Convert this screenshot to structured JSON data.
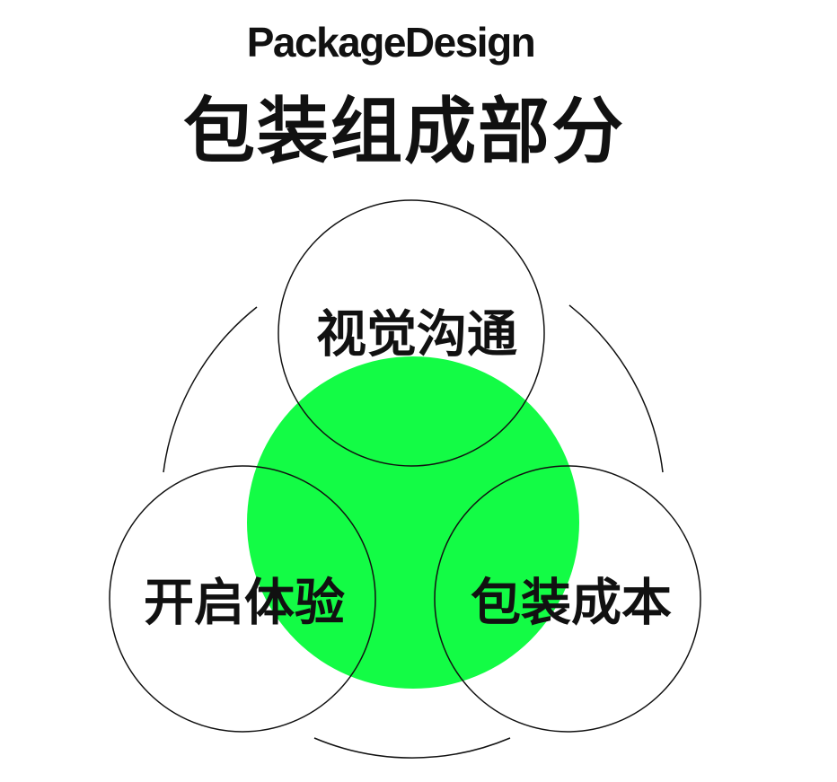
{
  "header": {
    "title_en": "PackageDesign",
    "title_zh": "包装组成部分"
  },
  "colors": {
    "core_fill": "#13fc45",
    "stroke": "#111111",
    "background": "#ffffff"
  },
  "nodes": {
    "top": {
      "label": "视觉沟通"
    },
    "left": {
      "label": "开启体验"
    },
    "right": {
      "label": "包装成本"
    }
  }
}
